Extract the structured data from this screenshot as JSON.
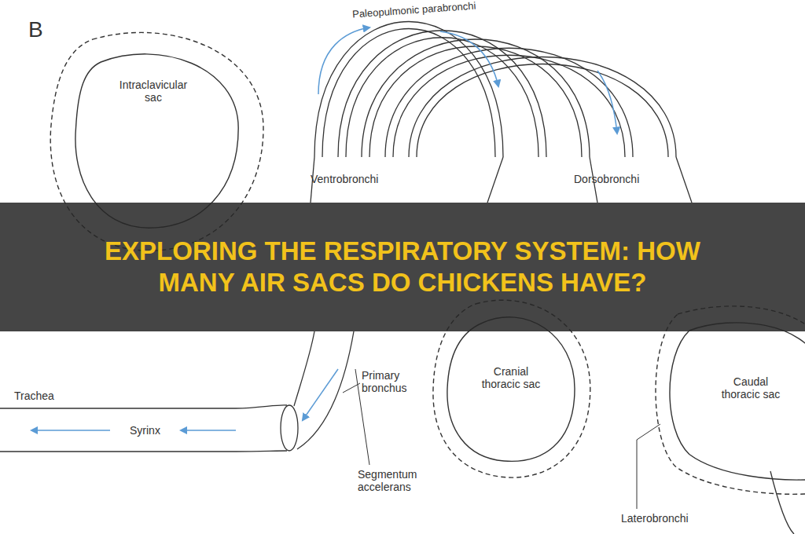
{
  "diagram": {
    "title": "EXPLORING THE RESPIRATORY SYSTEM: HOW MANY AIR SACS DO CHICKENS HAVE?",
    "nodes": [
      {
        "text": [
          "Intraclavicular sac"
        ]
      },
      {
        "text": [
          "Cranial thoracic sac"
        ]
      },
      {
        "text": [
          "Caudal thoracic sac"
        ]
      }
    ],
    "labels": [
      "B",
      "Paleopulmonic parabronchi",
      "Ventrobronchi",
      "Dorsobronchi",
      "Trachea",
      "Syrinx",
      "Primary bronchus",
      "Segmentum accelerans",
      "Laterobronchi"
    ]
  }
}
